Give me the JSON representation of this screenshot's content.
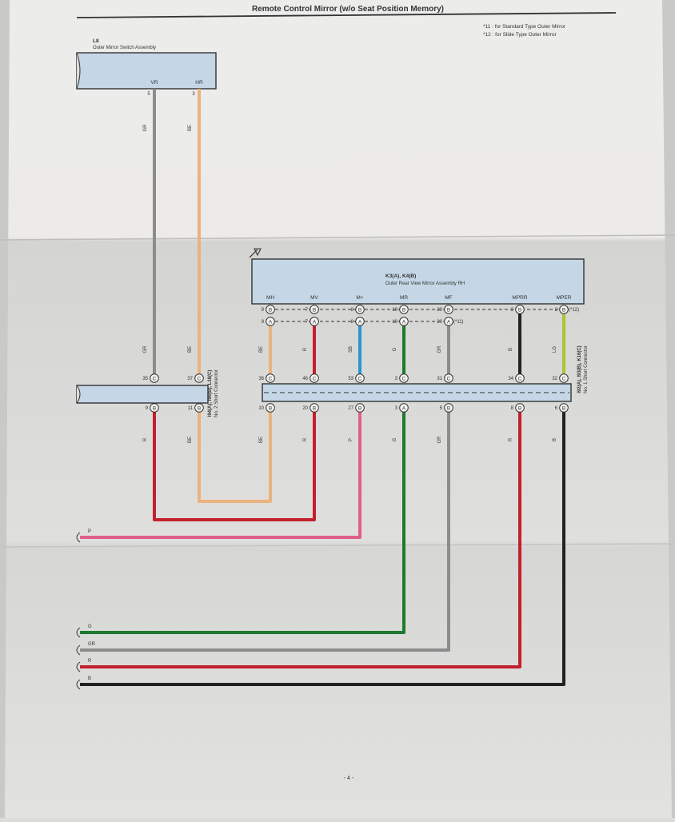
{
  "title": "Remote Control Mirror (w/o Seat Position Memory)",
  "notes": [
    "*11 : for Standard Type Outer Mirror",
    "*12 : for Slide Type Outer Mirror"
  ],
  "page_number": "- 4 -",
  "colors": {
    "GR": "#8c8c8c",
    "BE": "#eab27e",
    "R": "#c2202c",
    "P": "#e05f8a",
    "SB": "#2a95d1",
    "G": "#1e7a2e",
    "B": "#222222",
    "LG": "#a9c633",
    "box": "#c5d7e6"
  },
  "components": {
    "switch": {
      "code": "L8",
      "name": "Outer Mirror Switch Assembly",
      "pins": [
        {
          "label": "VR",
          "num": "5"
        },
        {
          "label": "HR",
          "num": "3"
        }
      ]
    },
    "mirror": {
      "code": "K3(A), K4(B)",
      "name": "Outer Rear View Mirror Assembly RH",
      "pins": [
        "MH",
        "MV",
        "M+",
        "MR",
        "MF",
        "MPRR",
        "MPER"
      ]
    },
    "jc2": {
      "code": "I94(A), I95(B), L18(C)",
      "name": "No. 2 Short Connector"
    },
    "jc1": {
      "code": "I92(A), I93(B), K16(C)",
      "name": "No. 1 Short Connector"
    }
  },
  "mirror_rows": {
    "b_row": [
      "9",
      "7",
      "8",
      "19",
      "20",
      "3",
      "2"
    ],
    "a_row": [
      "9",
      "7",
      "8",
      "19",
      "20"
    ],
    "b_note": "(*12)",
    "a_note": "(*11)"
  },
  "upper_wires": [
    {
      "color": "BE",
      "top": "36",
      "bottom": "10",
      "bottom_letter": "B"
    },
    {
      "color": "R",
      "top": "46",
      "bottom": "20",
      "bottom_letter": "B"
    },
    {
      "color": "SB",
      "top": "53",
      "bottom": "27",
      "bottom_letter": "B"
    },
    {
      "color": "G",
      "top": "3",
      "bottom": "3",
      "bottom_letter": "A"
    },
    {
      "color": "GR",
      "top": "31",
      "bottom": "5",
      "bottom_letter": "B"
    },
    {
      "color": "B",
      "top": "34",
      "bottom": "8",
      "bottom_letter": "B"
    },
    {
      "color": "LG",
      "top": "32",
      "bottom": "6",
      "bottom_letter": "B"
    }
  ],
  "lower_wire_codes": [
    "BE",
    "R",
    "P",
    "G",
    "GR",
    "R",
    "B"
  ],
  "switch_wires": [
    {
      "color": "GR",
      "top": "35",
      "bottom": "9"
    },
    {
      "color": "BE",
      "top": "37",
      "bottom": "11"
    }
  ],
  "exit_wires": [
    "P",
    "G",
    "GR",
    "R",
    "B"
  ]
}
